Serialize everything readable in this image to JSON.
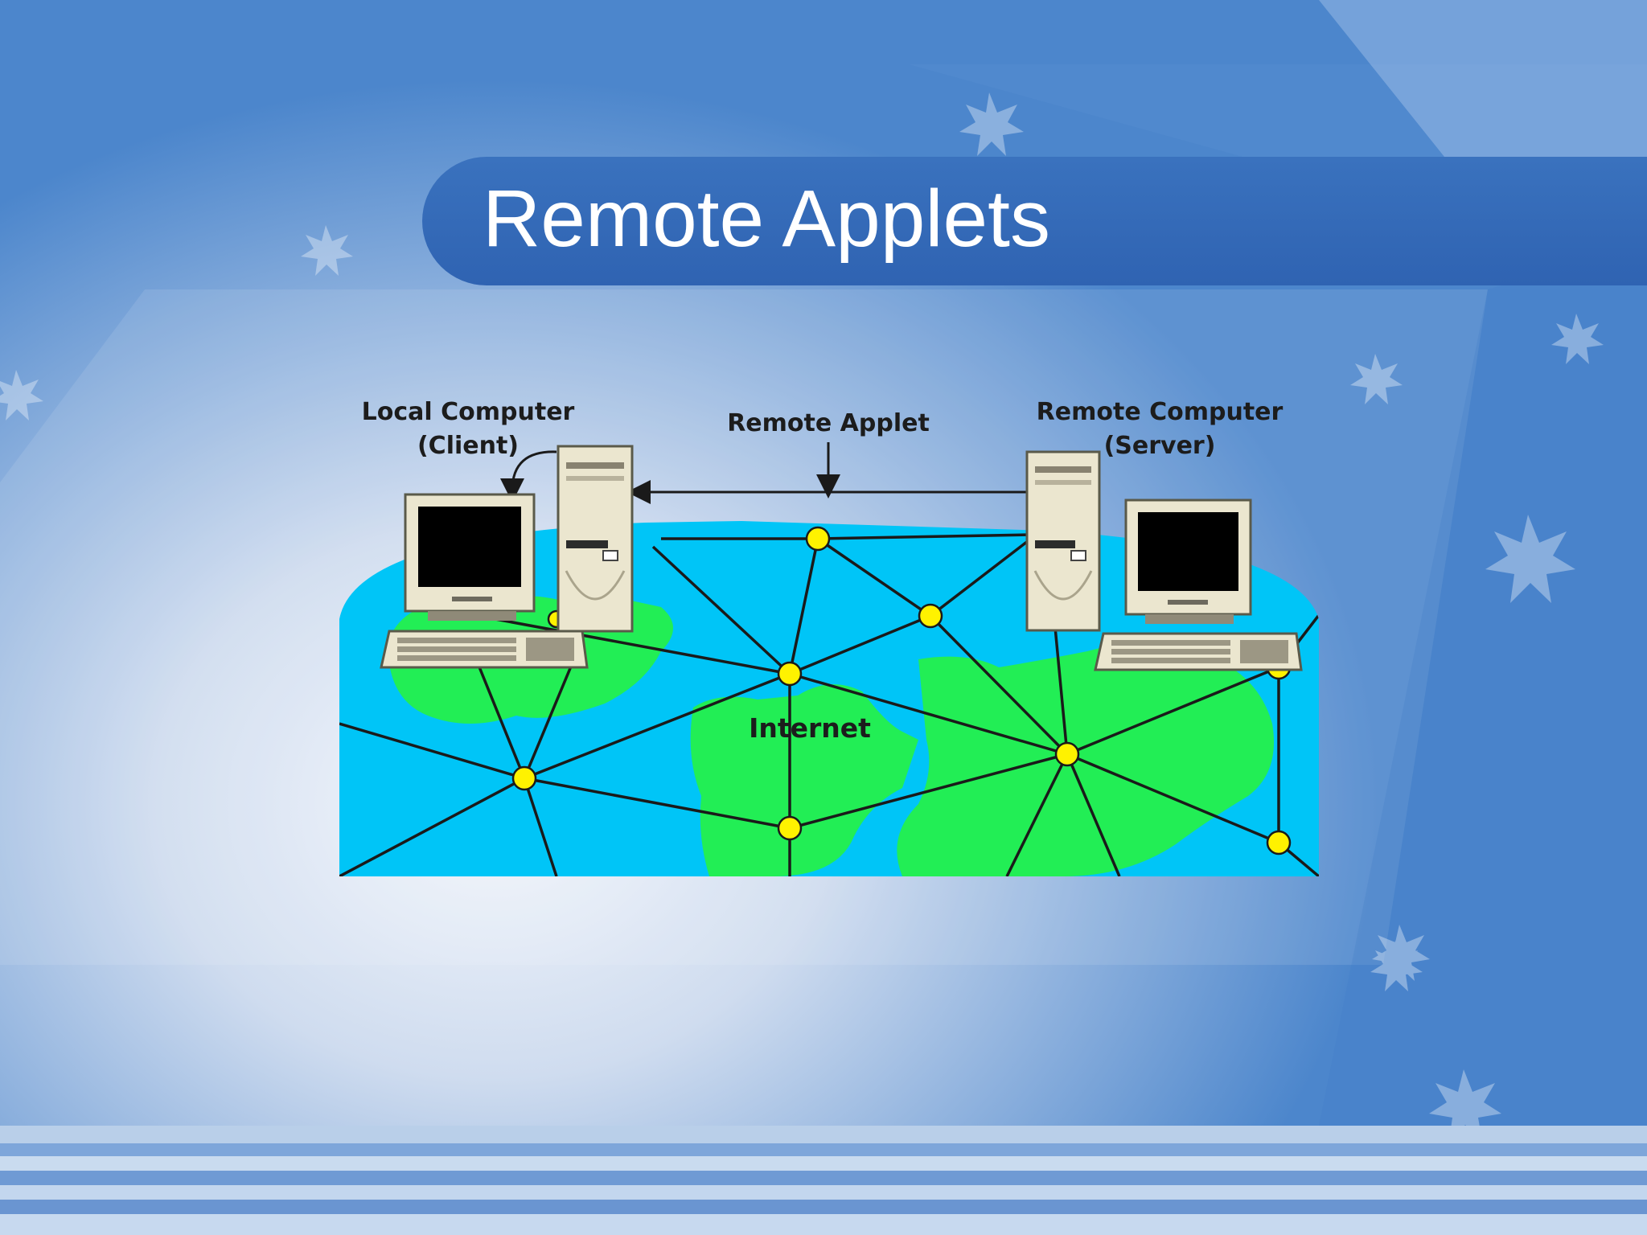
{
  "slide": {
    "title": "Remote Applets"
  },
  "diagram": {
    "labels": {
      "local_computer": "Local Computer",
      "client": "(Client)",
      "remote_applet": "Remote Applet",
      "remote_computer": "Remote Computer",
      "server": "(Server)",
      "internet": "Internet"
    }
  },
  "colors": {
    "banner": "#2f63b2",
    "ocean": "#00c5f7",
    "land": "#22ee55",
    "node": "#fff200",
    "line": "#1a1a1a",
    "computer_beige": "#ebe6cf"
  },
  "icons": [
    "client-monitor-icon",
    "client-tower-icon",
    "client-keyboard-icon",
    "server-monitor-icon",
    "server-tower-icon",
    "server-keyboard-icon",
    "leaf-icon"
  ]
}
